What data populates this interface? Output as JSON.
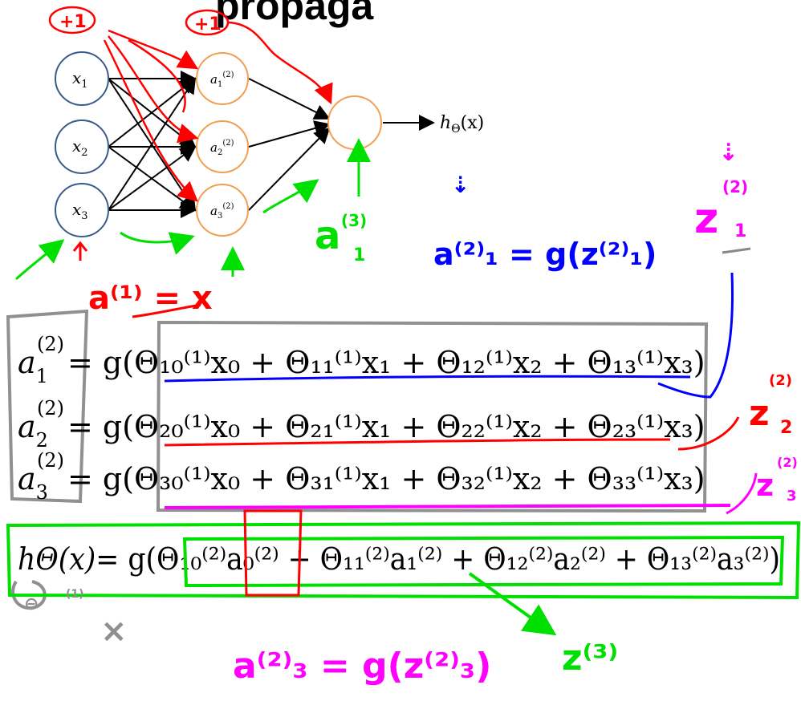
{
  "title_fragment": "propaga",
  "network": {
    "inputs": [
      "x",
      "x",
      "x"
    ],
    "input_subscripts": [
      "1",
      "2",
      "3"
    ],
    "hidden_labels": [
      "a",
      "a",
      "a"
    ],
    "hidden_subscripts": [
      "1",
      "2",
      "3"
    ],
    "hidden_superscript": "(2)",
    "output_label": "h",
    "output_subscript": "Θ",
    "output_arg": "(x)"
  },
  "equations": [
    {
      "lhs": "a",
      "lhs_sub": "1",
      "lhs_sup": "(2)",
      "rhs": "= g(Θ₁₀⁽¹⁾x₀ + Θ₁₁⁽¹⁾x₁ + Θ₁₂⁽¹⁾x₂ + Θ₁₃⁽¹⁾x₃)"
    },
    {
      "lhs": "a",
      "lhs_sub": "2",
      "lhs_sup": "(2)",
      "rhs": "= g(Θ₂₀⁽¹⁾x₀ + Θ₂₁⁽¹⁾x₁ + Θ₂₂⁽¹⁾x₂ + Θ₂₃⁽¹⁾x₃)"
    },
    {
      "lhs": "a",
      "lhs_sub": "3",
      "lhs_sup": "(2)",
      "rhs": "= g(Θ₃₀⁽¹⁾x₀ + Θ₃₁⁽¹⁾x₁ + Θ₃₂⁽¹⁾x₂ + Θ₃₃⁽¹⁾x₃)"
    },
    {
      "lhs": "hΘ(x)",
      "lhs_sub": "",
      "lhs_sup": "",
      "rhs": "= g(Θ₁₀⁽²⁾a₀⁽²⁾ + Θ₁₁⁽²⁾a₁⁽²⁾ + Θ₁₂⁽²⁾a₂⁽²⁾ + Θ₁₃⁽²⁾a₃⁽²⁾)"
    }
  ],
  "annotations": {
    "plus_one_a": "+1",
    "plus_one_b": "+1",
    "a1_eq_x": "a⁽¹⁾ = x",
    "a3_1": "a",
    "a3_1_sup": "(3)",
    "a3_1_sub": "1",
    "a2_1_eq": "a⁽²⁾₁ = g(z⁽²⁾₁)",
    "z2_1": "z",
    "z2_1_sup": "(2)",
    "z2_1_sub": "1",
    "z2_2": "z",
    "z2_2_sup": "(2)",
    "z2_2_sub": "2",
    "z2_3": "z",
    "z2_3_sup": "(2)",
    "z2_3_sub": "3",
    "theta_one": "Θ⁽¹⁾",
    "x_mark": "×",
    "a2_3_eq": "a⁽²⁾₃ = g(z⁽²⁾₃)",
    "z3": "z⁽³⁾"
  },
  "colors": {
    "red": "#ff0000",
    "green": "#00e000",
    "blue": "#0000ff",
    "magenta": "#ff00ff",
    "gray": "#909090",
    "node_blue": "#3a5a8c",
    "node_orange": "#f0a050"
  }
}
